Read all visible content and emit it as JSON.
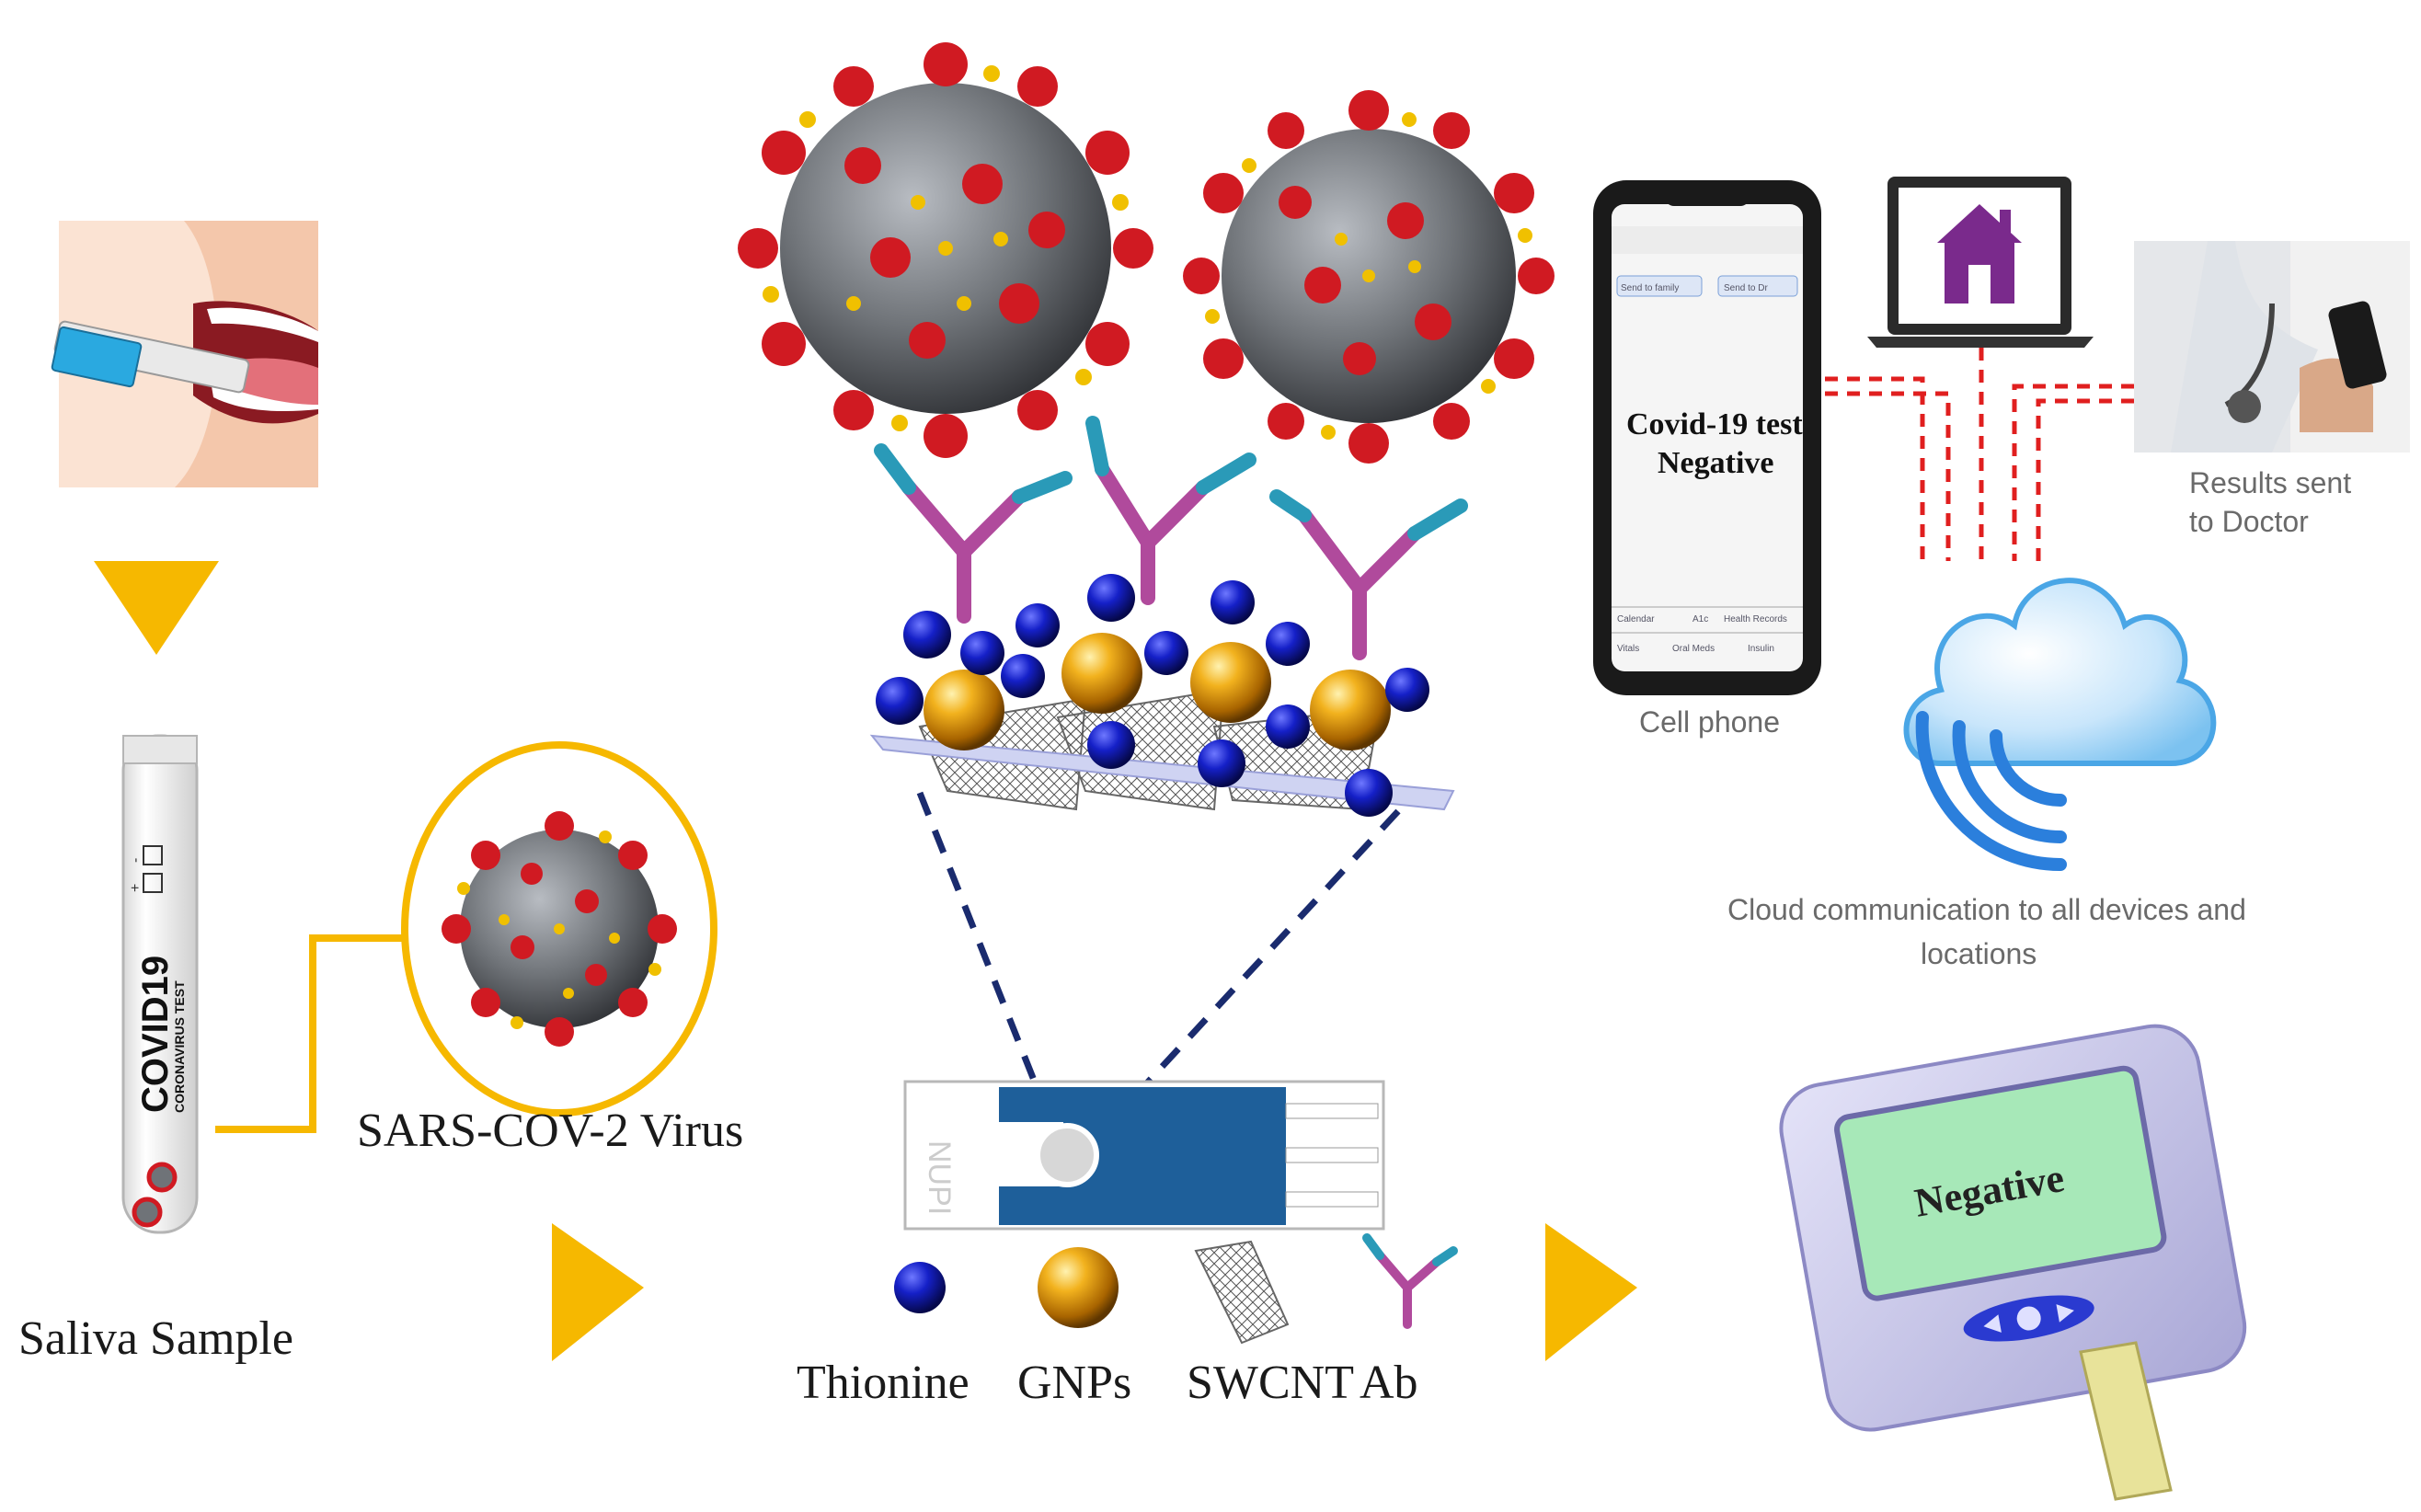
{
  "labels": {
    "saliva_sample": "Saliva Sample",
    "virus": "SARS-COV-2 Virus",
    "thionine": "Thionine",
    "gnps": "GNPs",
    "swcnt": "SWCNT",
    "ab": "Ab",
    "cell_phone": "Cell phone",
    "results_line1": "Results sent",
    "results_line2": "to Doctor",
    "cloud_line1": "Cloud communication to all devices and",
    "cloud_line2": "locations"
  },
  "phone": {
    "result_line1": "Covid-19 test",
    "result_line2": "Negative",
    "button_family": "Send to family",
    "button_doctor": "Send to Dr",
    "tab_calendar": "Calendar",
    "tab_a1c": "A1c",
    "tab_health": "Health Records",
    "tab_vitals": "Vitals",
    "tab_oral": "Oral Meds",
    "tab_insulin": "Insulin"
  },
  "tube": {
    "title": "COVID19",
    "subtitle": "CORONAVIRUS TEST"
  },
  "reader": {
    "display": "Negative"
  },
  "colors": {
    "arrow_yellow": "#f6b800",
    "virus_body": "#6f7378",
    "spike_red": "#d01a22",
    "spike_yellow": "#f0c000",
    "thionine_blue": "#0d17a8",
    "gold": "#d4900c",
    "strip_blue": "#1e5f9a",
    "dash_red": "#e01f1f",
    "dash_navy": "#1a2b6e",
    "house_purple": "#7a2a8c",
    "reader_body": "#c9c8ec",
    "reader_screen": "#a7e8b8"
  }
}
